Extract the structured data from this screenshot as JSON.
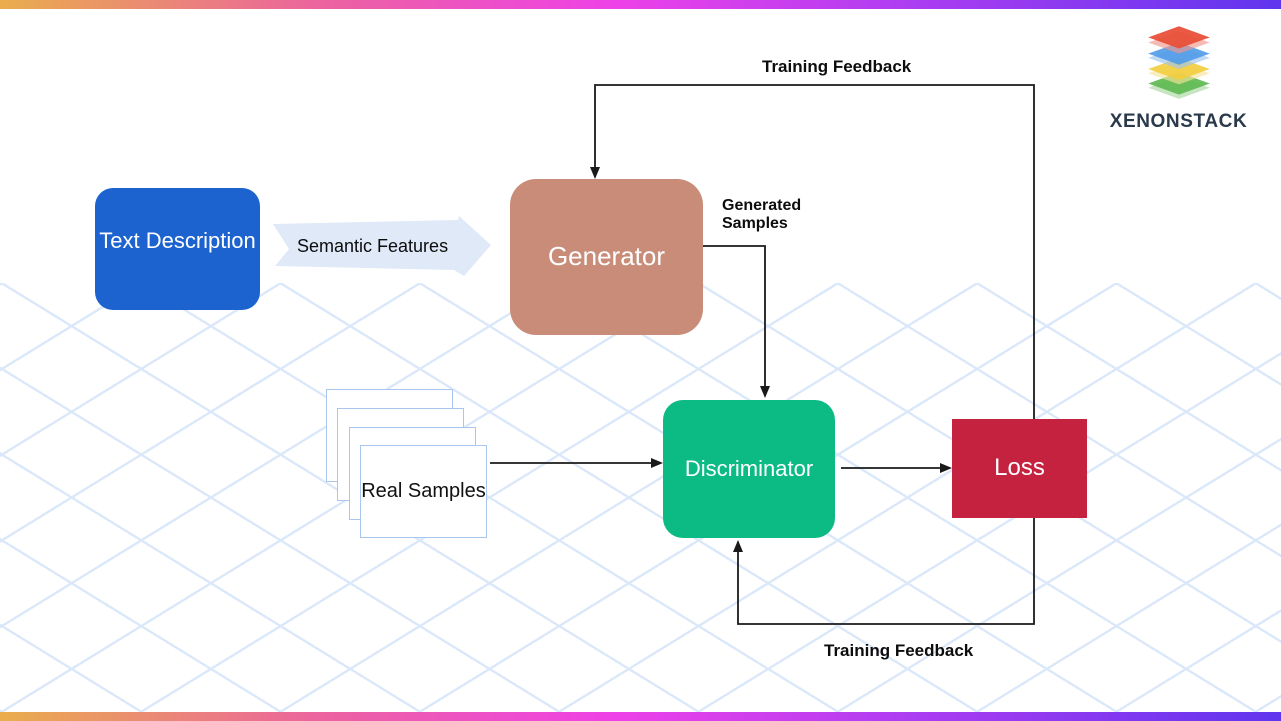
{
  "brand": {
    "name": "XENONSTACK",
    "text_color": "#2b3a4b",
    "logo_layer_colors": [
      "#e8503a",
      "#4f9ae8",
      "#f3cd3e",
      "#5cb84e"
    ]
  },
  "theme": {
    "accent_bar_gradient": [
      "#e9ad4d",
      "#ec639f",
      "#ee41e8",
      "#b03df2",
      "#5f35ee"
    ],
    "grid_line_color": "#dbe8fa",
    "connector_color": "#1a1a1a"
  },
  "diagram": {
    "nodes": {
      "text_description": {
        "label": "Text Description",
        "color": "#1c63cf",
        "text_color": "#ffffff"
      },
      "generator": {
        "label": "Generator",
        "color": "#c98c79",
        "text_color": "#ffffff"
      },
      "discriminator": {
        "label": "Discriminator",
        "color": "#0cba84",
        "text_color": "#ffffff"
      },
      "loss": {
        "label": "Loss",
        "color": "#c52240",
        "text_color": "#ffffff"
      },
      "real_samples": {
        "label": "Real Samples",
        "color": "#ffffff",
        "border_color": "#a9c6ee",
        "text_color": "#111111",
        "stack_count": 4
      }
    },
    "edges": {
      "semantic_features": {
        "label": "Semantic Features",
        "from": "text_description",
        "to": "generator"
      },
      "generated_samples": {
        "label": "Generated Samples",
        "from": "generator",
        "to": "discriminator"
      },
      "real_to_discriminator": {
        "from": "real_samples",
        "to": "discriminator"
      },
      "discriminator_to_loss": {
        "from": "discriminator",
        "to": "loss"
      },
      "training_feedback_top": {
        "label": "Training Feedback",
        "from": "loss",
        "to": "generator"
      },
      "training_feedback_bottom": {
        "label": "Training Feedback",
        "from": "loss",
        "to": "discriminator"
      }
    }
  }
}
